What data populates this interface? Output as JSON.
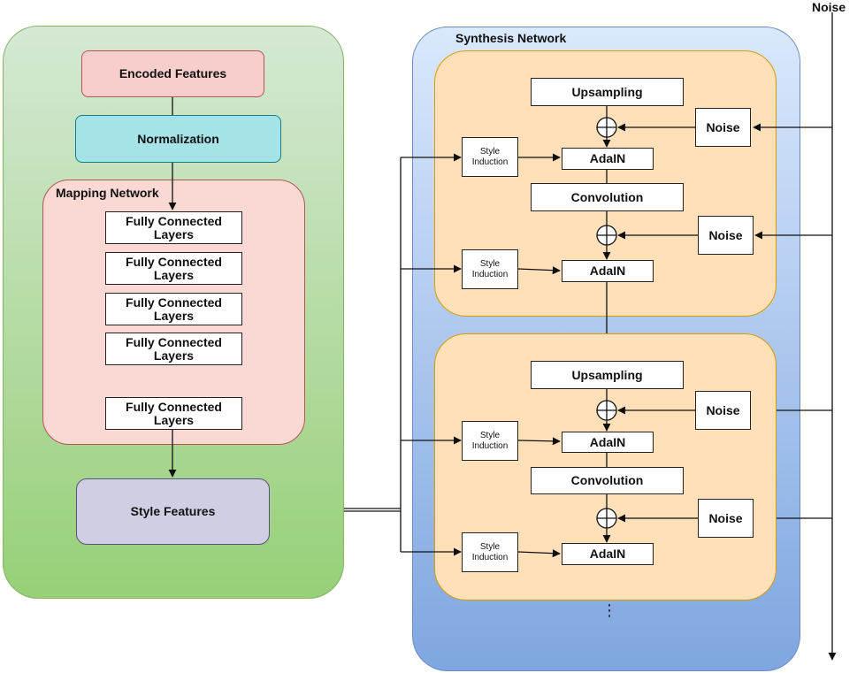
{
  "noise_top_label": "Noise",
  "synthesis_network": {
    "title": "Synthesis Network",
    "blocks": [
      {
        "upsampling": "Upsampling",
        "convolution": "Convolution",
        "adain_1": "AdaIN",
        "adain_2": "AdaIN",
        "style_induction_1": "Style Induction",
        "style_induction_2": "Style Induction",
        "noise_1": "Noise",
        "noise_2": "Noise"
      },
      {
        "upsampling": "Upsampling",
        "convolution": "Convolution",
        "adain_1": "AdaIN",
        "adain_2": "AdaIN",
        "style_induction_1": "Style Induction",
        "style_induction_2": "Style Induction",
        "noise_1": "Noise",
        "noise_2": "Noise"
      }
    ],
    "continuation": "⋮"
  },
  "left_panel": {
    "encoded_features": "Encoded Features",
    "normalization": "Normalization",
    "mapping_network": {
      "title": "Mapping Network",
      "layers": [
        "Fully Connected Layers",
        "Fully Connected Layers",
        "Fully Connected Layers",
        "Fully Connected Layers",
        "Fully Connected Layers"
      ]
    },
    "style_features": "Style Features"
  },
  "colors": {
    "green_panel_top": "#d5e8d4",
    "green_panel_bottom": "#97d077",
    "blue_panel_top": "#dae8fc",
    "blue_panel_bottom": "#7ea6e0",
    "block_fill": "#ffe0b8",
    "encoded_fill": "#f8cecc",
    "normalization_fill": "#a6e3e9",
    "mapping_fill": "#fad9d5",
    "style_fill": "#d0cee2"
  }
}
